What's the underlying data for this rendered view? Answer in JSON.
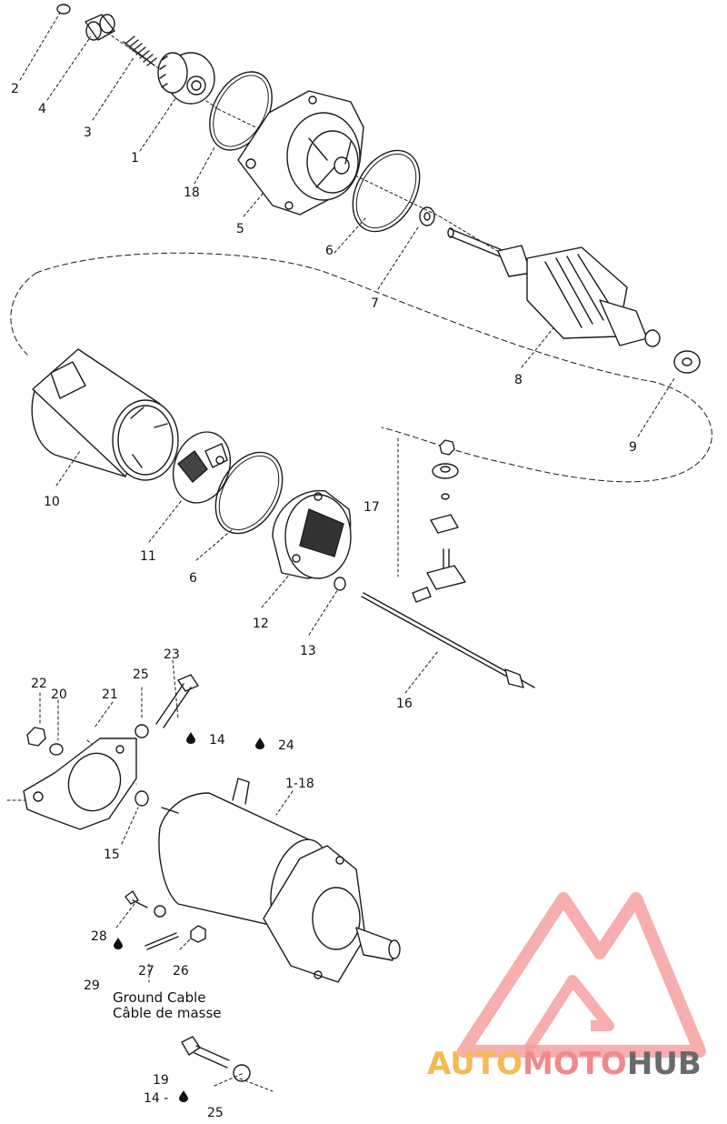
{
  "labels": [
    {
      "id": "2",
      "text": "2"
    },
    {
      "id": "4",
      "text": "4"
    },
    {
      "id": "3",
      "text": "3"
    },
    {
      "id": "1",
      "text": "1"
    },
    {
      "id": "18",
      "text": "18"
    },
    {
      "id": "5",
      "text": "5"
    },
    {
      "id": "6a",
      "text": "6"
    },
    {
      "id": "7",
      "text": "7"
    },
    {
      "id": "8",
      "text": "8"
    },
    {
      "id": "9",
      "text": "9"
    },
    {
      "id": "10",
      "text": "10"
    },
    {
      "id": "11",
      "text": "11"
    },
    {
      "id": "6b",
      "text": "6"
    },
    {
      "id": "12",
      "text": "12"
    },
    {
      "id": "13",
      "text": "13"
    },
    {
      "id": "17",
      "text": "17"
    },
    {
      "id": "16",
      "text": "16"
    },
    {
      "id": "23",
      "text": "23"
    },
    {
      "id": "22",
      "text": "22"
    },
    {
      "id": "20",
      "text": "20"
    },
    {
      "id": "21",
      "text": "21"
    },
    {
      "id": "25a",
      "text": "25"
    },
    {
      "id": "14a",
      "text": "14"
    },
    {
      "id": "24",
      "text": "24"
    },
    {
      "id": "1-18",
      "text": "1-18"
    },
    {
      "id": "15",
      "text": "15"
    },
    {
      "id": "28",
      "text": "28"
    },
    {
      "id": "29",
      "text": "29"
    },
    {
      "id": "27",
      "text": "27"
    },
    {
      "id": "26",
      "text": "26"
    },
    {
      "id": "19",
      "text": "19"
    },
    {
      "id": "14b",
      "text": "14 -"
    },
    {
      "id": "25b",
      "text": "25"
    }
  ],
  "caption": {
    "line1": "Ground Cable",
    "line2": "Câble de masse"
  },
  "watermark": {
    "part1": "AUTO",
    "part2": "MOTO",
    "part3": "HUB"
  }
}
